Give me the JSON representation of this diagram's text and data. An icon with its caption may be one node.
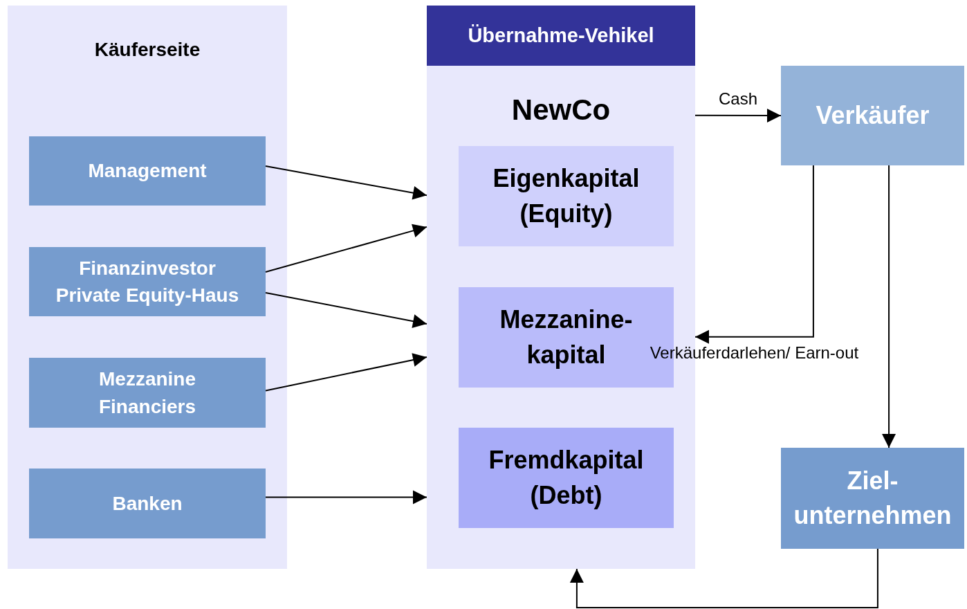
{
  "diagram": {
    "nodes": [
      {
        "text": [
          "Käuferseite"
        ]
      },
      {
        "text": [
          "Management"
        ],
        "in": 0
      },
      {
        "text": [
          "Finanzinvestor",
          "Private Equity-Haus"
        ],
        "in": 0
      },
      {
        "text": [
          "Mezzanine Financiers"
        ],
        "in": 0
      },
      {
        "text": [
          "Banken"
        ],
        "in": 0
      },
      {
        "text": [
          "Übernahme-Vehikel",
          "NewCo"
        ]
      },
      {
        "text": [
          "Eigenkapital (Equity)"
        ],
        "in": 5
      },
      {
        "text": [
          "Mezzanine- kapital"
        ],
        "in": 5
      },
      {
        "text": [
          "Fremdkapital (Debt)"
        ],
        "in": 5
      },
      {
        "text": [
          "Verkäufer"
        ]
      },
      {
        "text": [
          "Ziel- unternehmen"
        ]
      }
    ],
    "edges": [
      {
        "from": 1,
        "to": 5,
        "arrow": "to"
      },
      {
        "from": 2,
        "to": 5,
        "arrow": "to"
      },
      {
        "from": 2,
        "to": 5,
        "arrow": "to"
      },
      {
        "from": 3,
        "to": 5,
        "arrow": "to"
      },
      {
        "from": 4,
        "to": 5,
        "arrow": "to"
      },
      {
        "from": 5,
        "to": 9,
        "arrow": "to",
        "label": "Cash"
      },
      {
        "from": 9,
        "to": 5,
        "arrow": "to",
        "label": "Verkäuferdarlehen/ Earn-out"
      },
      {
        "from": 9,
        "to": 10,
        "arrow": "to"
      },
      {
        "from": 10,
        "to": 5,
        "arrow": "to"
      }
    ]
  }
}
